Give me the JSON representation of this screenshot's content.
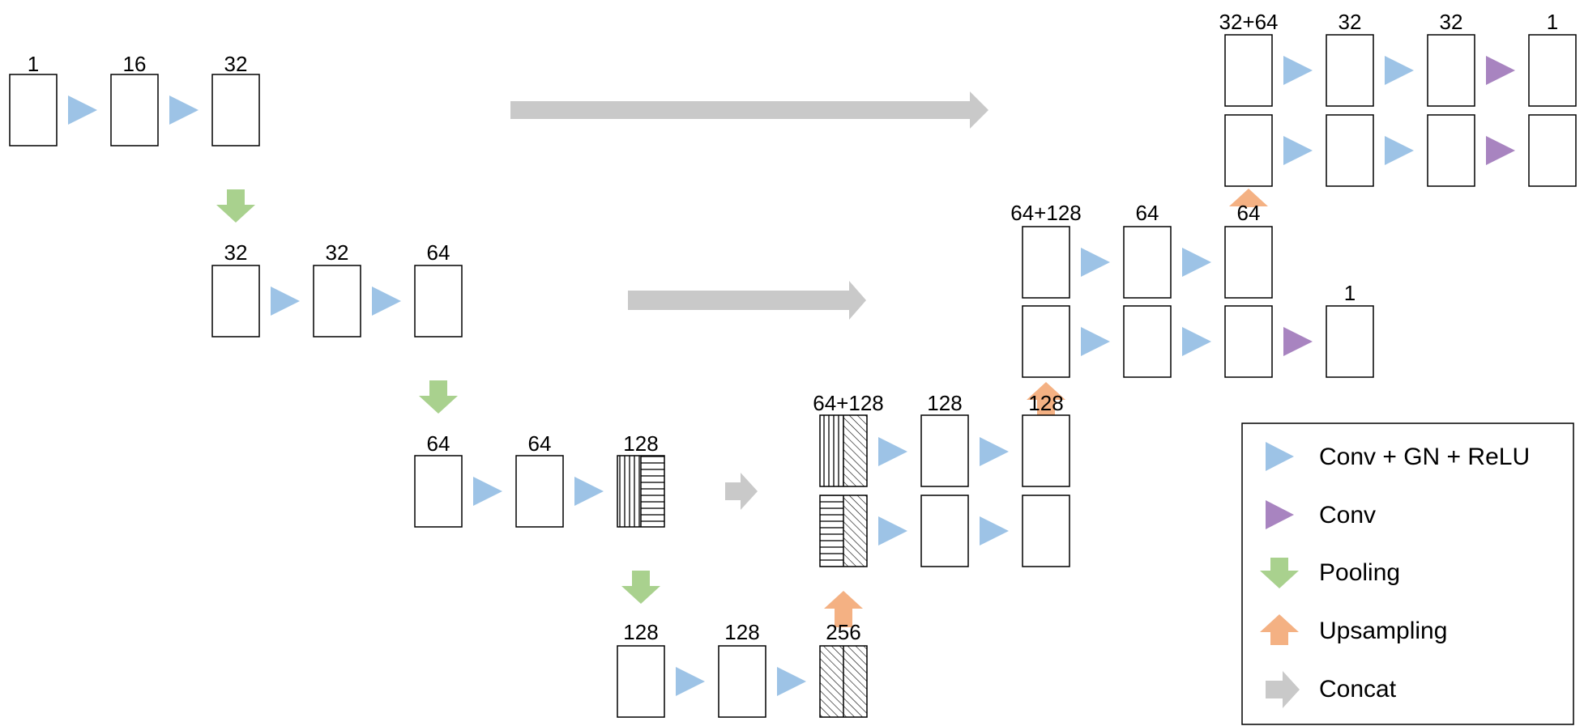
{
  "blocks": {
    "b1": "1",
    "b2": "16",
    "b3": "32",
    "b4": "32",
    "b5": "32",
    "b6": "64",
    "b7": "64",
    "b8": "64",
    "b9": "128",
    "b10": "128",
    "b11": "128",
    "b12": "256",
    "b13": "64+128",
    "b14": "128",
    "b15": "128",
    "b16": "64+128",
    "b17": "64",
    "b18": "64",
    "b19": "1",
    "b20": "32+64",
    "b21": "32",
    "b22": "32",
    "b23": "1"
  },
  "legend": [
    {
      "symbol": "conv-gn-relu",
      "label": "Conv + GN + ReLU",
      "color": "#9dc3e6"
    },
    {
      "symbol": "conv",
      "label": "Conv",
      "color": "#a884c0"
    },
    {
      "symbol": "pooling",
      "label": "Pooling",
      "color": "#a9d18e"
    },
    {
      "symbol": "upsampling",
      "label": "Upsampling",
      "color": "#f4b183"
    },
    {
      "symbol": "concat",
      "label": "Concat",
      "color": "#c9c9c9"
    }
  ],
  "colors": {
    "conv_gn_relu": "#9dc3e6",
    "conv": "#a884c0",
    "pooling": "#a9d18e",
    "upsampling": "#f4b183",
    "concat": "#c9c9c9"
  }
}
